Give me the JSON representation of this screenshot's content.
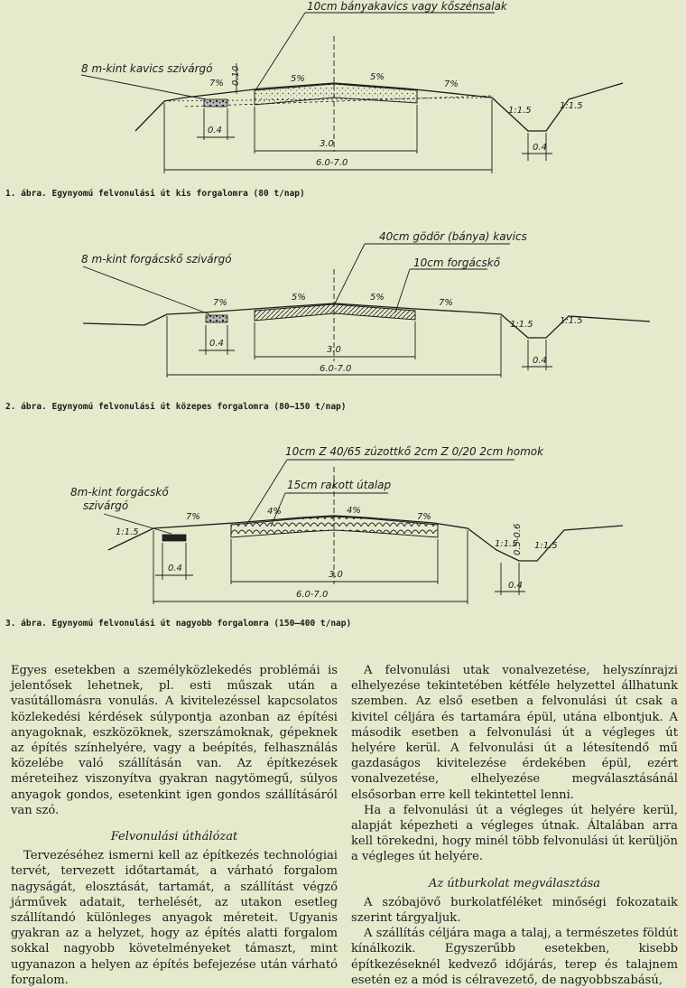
{
  "figures": [
    {
      "labels": {
        "gravel_top": "10cm bányakavics vagy kőszénsalak",
        "drain": "8 m-kint kavics szivárgó",
        "thickness": "0.10",
        "slope_left": "7%",
        "slope_mid_left": "5%",
        "slope_mid_right": "5%",
        "slope_right": "7%",
        "slope_ratio_a": "1:1.5",
        "slope_ratio_b": "1:1.5",
        "dim_drain": "0.4",
        "dim_ditch": "0.4",
        "dim_pavement": "3.0",
        "dim_total": "6.0-7.0"
      },
      "caption": "1. ábra. Egynyomú felvonulási út kis forgalomra (80 t/nap)"
    },
    {
      "labels": {
        "gravel_top": "40cm gödör (bánya) kavics",
        "drain": "8 m-kint forgácskő szivárgó",
        "chippings": "10cm forgácskő",
        "slope_left": "7%",
        "slope_mid_left": "5%",
        "slope_mid_right": "5%",
        "slope_right": "7%",
        "slope_ratio_a": "1:1.5",
        "slope_ratio_b": "1:1.5",
        "dim_drain": "0.4",
        "dim_ditch": "0.4",
        "dim_pavement": "3.0",
        "dim_total": "6.0-7.0"
      },
      "caption": "2. ábra. Egynyomú felvonulási út közepes forgalomra (80—150 t/nap)"
    },
    {
      "labels": {
        "gravel_top": "10cm Z 40/65 zúzottkő 2cm Z 0/20 2cm homok",
        "drain_1": "8m-kint forgácskő",
        "drain_2": "szivárgó",
        "base": "15cm rakott útalap",
        "slope_left": "7%",
        "slope_mid_left": "4%",
        "slope_mid_right": "4%",
        "slope_right": "7%",
        "slope_ratio_a": "1:1.5",
        "slope_ratio_b": "1:1.5",
        "slope_ratio_c": "1:1.5",
        "depth": "0.5-0.6",
        "dim_drain": "0.4",
        "dim_ditch": "0.4",
        "dim_pavement": "3.0",
        "dim_total": "6.0-7.0"
      },
      "caption": "3. ábra. Egynyomú felvonulási út nagyobb forgalomra (150—400 t/nap)"
    }
  ],
  "left_column": {
    "p1": "Egyes esetekben a személyközlekedés problémái is jelentősek lehetnek, pl. esti műszak után a vasútállomásra vonulás. A kivitelezéssel kapcsolatos közlekedési kérdések súlypontja azonban az építési anyagoknak, eszközöknek, szerszámoknak, gépeknek az építés színhelyére, vagy a beépítés, felhasználás közelébe való szállításán van. Az építkezések méreteihez viszonyítva gyakran nagytömegű, súlyos anyagok gondos, esetenkint igen gondos szállításáról van szó.",
    "heading": "Felvonulási úthálózat",
    "p2": "Tervezéséhez ismerni kell az építkezés technológiai tervét, tervezett időtartamát, a várható forgalom nagyságát, elosztását, tartamát, a szállítást végző járművek adatait, terhelését, az utakon esetleg szállítandó különleges anyagok méreteit. Ugyanis gyakran az a helyzet, hogy az építés alatti forgalom sokkal nagyobb követelményeket támaszt, mint ugyanazon a helyen az építés befejezése után várható forgalom."
  },
  "right_column": {
    "p1": "A felvonulási utak vonalvezetése, helyszínrajzi elhelyezése tekintetében kétféle helyzettel állhatunk szemben. Az első esetben a felvonulási út csak a kivitel céljára és tartamára épül, utána elbontjuk. A második esetben a felvonulási út a végleges út helyére kerül. A felvonulási út a létesítendő mű gazdaságos kivitelezése érdekében épül, ezért vonalvezetése, elhelyezése megválasztásánál elsősorban erre kell tekintettel lenni.",
    "p2": "Ha a felvonulási út a végleges út helyére kerül, alapját képezheti a végleges útnak. Általában arra kell törekedni, hogy minél több felvonulási út kerüljön a végleges út helyére.",
    "heading": "Az útburkolat megválasztása",
    "p3": "A szóbajövő burkolatféléket minőségi fokozataik szerint tárgyaljuk.",
    "p4": "A szállítás céljára maga a talaj, a természetes földút kínálkozik. Egyszerűbb esetekben, kisebb építkezéseknél kedvező időjárás, terep és talajnem esetén ez a mód is célravezető, de nagyobbszabású,"
  }
}
